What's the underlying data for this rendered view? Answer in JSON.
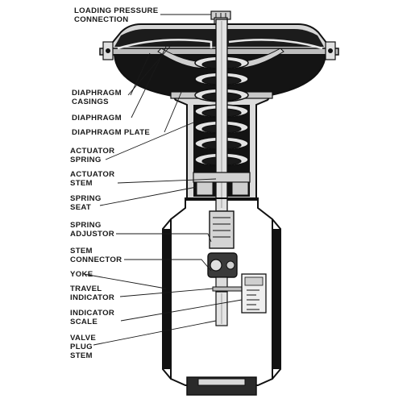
{
  "labels": {
    "loading_pressure": [
      "LOADING PRESSURE",
      "CONNECTION"
    ],
    "diaphragm_casings": [
      "DIAPHRAGM",
      "CASINGS"
    ],
    "diaphragm": [
      "DIAPHRAGM"
    ],
    "diaphragm_plate": [
      "DIAPHRAGM PLATE"
    ],
    "actuator_spring": [
      "ACTUATOR",
      "SPRING"
    ],
    "actuator_stem": [
      "ACTUATOR",
      "STEM"
    ],
    "spring_seat": [
      "SPRING",
      "SEAT"
    ],
    "spring_adjustor": [
      "SPRING",
      "ADJUSTOR"
    ],
    "stem_connector": [
      "STEM",
      "CONNECTOR"
    ],
    "yoke": [
      "YOKE"
    ],
    "travel_indicator": [
      "TRAVEL",
      "INDICATOR"
    ],
    "indicator_scale": [
      "INDICATOR",
      "SCALE"
    ],
    "valve_plug_stem": [
      "VALVE",
      "PLUG",
      "STEM"
    ]
  },
  "colors": {
    "ink": "#1a1a1a",
    "metal": "#d9d9d9",
    "dark": "#151515",
    "paper": "#ffffff"
  },
  "icons": {
    "scale_plate": "indicator-scale-plate-icon"
  }
}
